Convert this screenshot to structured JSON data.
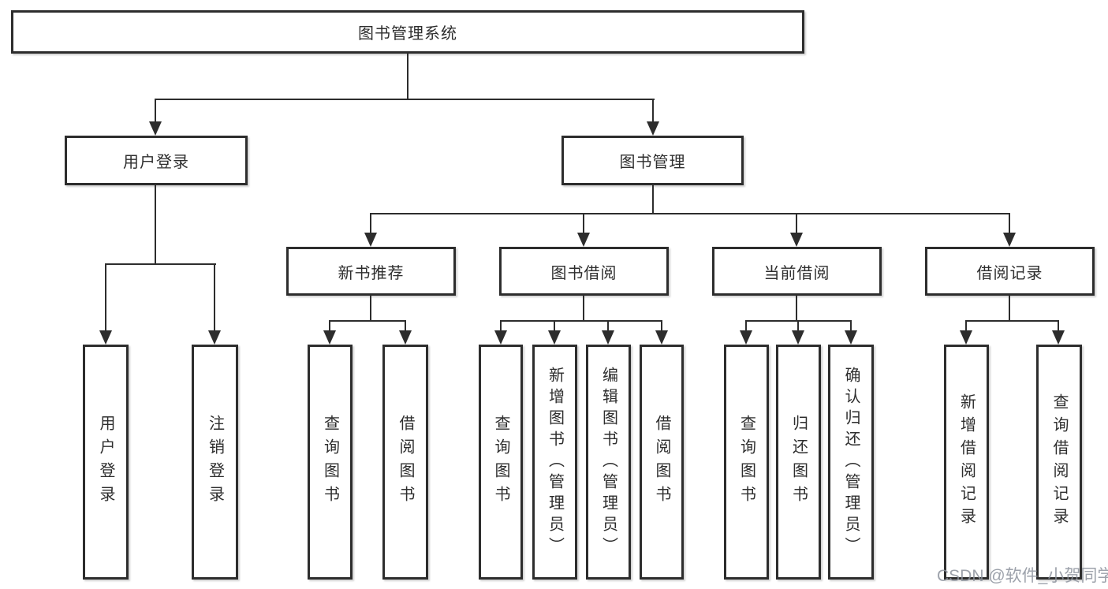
{
  "diagram": {
    "root": {
      "label": "图书管理系统"
    },
    "level2": [
      {
        "label": "用户登录"
      },
      {
        "label": "图书管理"
      }
    ],
    "level3": [
      {
        "label": "新书推荐"
      },
      {
        "label": "图书借阅"
      },
      {
        "label": "当前借阅"
      },
      {
        "label": "借阅记录"
      }
    ],
    "leaves": {
      "user": [
        {
          "label": "用户登录"
        },
        {
          "label": "注销登录"
        }
      ],
      "newbook": [
        {
          "label": "查询图书"
        },
        {
          "label": "借阅图书"
        }
      ],
      "borrow": [
        {
          "label": "查询图书"
        },
        {
          "label": "新增图书（管理员）"
        },
        {
          "label": "编辑图书（管理员）"
        },
        {
          "label": "借阅图书"
        }
      ],
      "current": [
        {
          "label": "查询图书"
        },
        {
          "label": "归还图书"
        },
        {
          "label": "确认归还（管理员）"
        }
      ],
      "records": [
        {
          "label": "新增借阅记录"
        },
        {
          "label": "查询借阅记录"
        }
      ]
    },
    "watermark": "CSDN @软件_小贺同学",
    "colors": {
      "line": "#2d2d2d",
      "box_border": "#2d2d2d",
      "text": "#2e2e2e",
      "watermark": "#8c929c",
      "background": "#ffffff"
    }
  }
}
